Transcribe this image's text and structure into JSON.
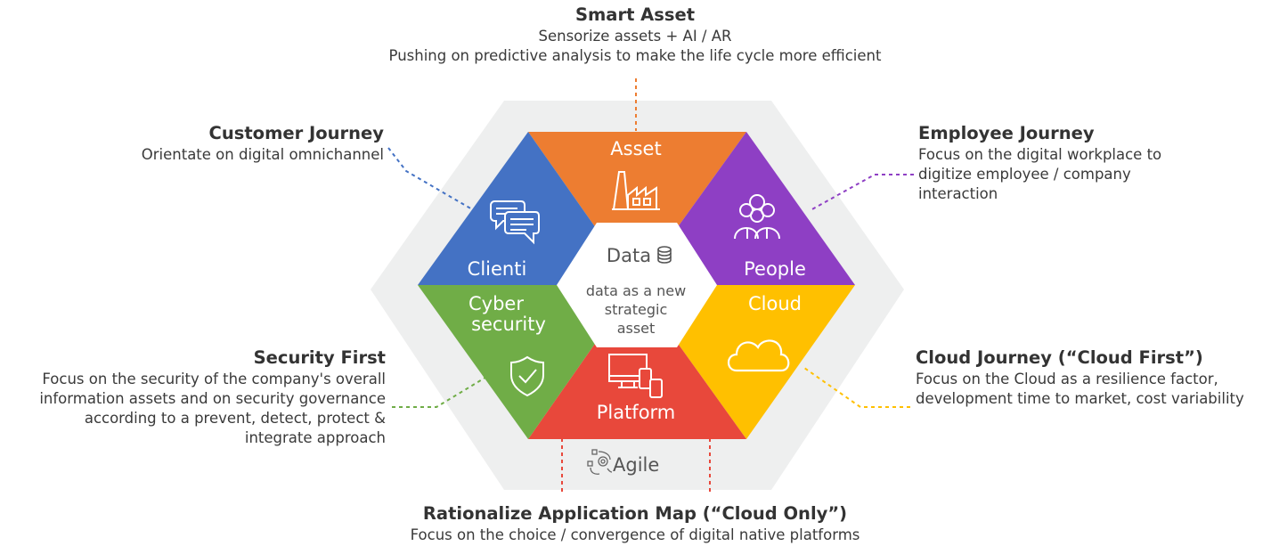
{
  "colors": {
    "asset": "#ED7D31",
    "people": "#8E3FC4",
    "cloud": "#FFC000",
    "platform": "#E8483B",
    "cyber": "#70AD47",
    "clienti": "#4472C4",
    "background_hex": "#EEEFEF"
  },
  "hexagon": {
    "asset": "Asset",
    "people": "People",
    "cloud": "Cloud",
    "platform": "Platform",
    "cyber_line1": "Cyber",
    "cyber_line2": "security",
    "clienti": "Clienti",
    "center_title": "Data",
    "center_line1": "data as a new",
    "center_line2": "strategic",
    "center_line3": "asset",
    "agile": "Agile"
  },
  "icons": {
    "asset": "factory-icon",
    "people": "people-group-icon",
    "cloud": "cloud-icon",
    "platform": "devices-icon",
    "cyber": "shield-check-icon",
    "clienti": "chat-bubbles-icon",
    "data": "database-icon",
    "agile": "agile-cycle-icon"
  },
  "labels": {
    "smart_asset": {
      "title": "Smart Asset",
      "line1": "Sensorize assets + AI / AR",
      "line2": "Pushing on predictive analysis to make the life cycle more efficient"
    },
    "customer_journey": {
      "title": "Customer Journey",
      "line1": "Orientate on digital omnichannel"
    },
    "employee_journey": {
      "title": "Employee Journey",
      "line1": "Focus on the digital workplace to",
      "line2": "digitize employee / company",
      "line3": "interaction"
    },
    "security_first": {
      "title": "Security First",
      "line1": "Focus on the security of the company's overall",
      "line2": "information assets and on security governance",
      "line3": "according to a prevent, detect, protect &",
      "line4": "integrate approach"
    },
    "cloud_journey": {
      "title": "Cloud Journey (“Cloud First”)",
      "line1": "Focus on the Cloud as a resilience factor,",
      "line2": "development time to market, cost variability"
    },
    "rationalize": {
      "title": "Rationalize Application Map (“Cloud Only”)",
      "line1": "Focus on the choice / convergence of digital native platforms"
    }
  }
}
